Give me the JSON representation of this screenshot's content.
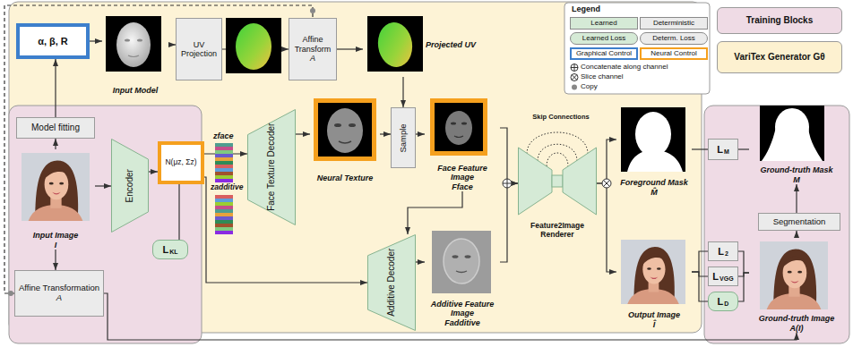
{
  "diagram": {
    "nodes": [
      {
        "text": [
          "Training Blocks"
        ]
      },
      {
        "text": [
          "VariTex Generator Gθ"
        ]
      },
      {
        "text": [
          "α, β, R"
        ]
      },
      {
        "text": [
          "Input Model"
        ]
      },
      {
        "text": [
          "UV Projection"
        ]
      },
      {
        "text": [
          "Affine Transform",
          "A"
        ]
      },
      {
        "text": [
          "Projected UV"
        ]
      },
      {
        "text": [
          "Model fitting"
        ]
      },
      {
        "text": [
          "Input Image",
          "I"
        ]
      },
      {
        "text": [
          "Encoder"
        ]
      },
      {
        "text": [
          "N(μz, Σz)"
        ]
      },
      {
        "text": [
          "L",
          "KL"
        ]
      },
      {
        "text": [
          "Affine Transformation",
          "A"
        ]
      },
      {
        "text": [
          "Face Texture Decoder"
        ]
      },
      {
        "text": [
          "Neural Texture"
        ]
      },
      {
        "text": [
          "Sample"
        ]
      },
      {
        "text": [
          "Face Feature Image",
          "Fface"
        ]
      },
      {
        "text": [
          "Additive Decoder"
        ]
      },
      {
        "text": [
          "Additive Feature Image",
          "Fadditive"
        ]
      },
      {
        "text": [
          "Feature2Image Renderer"
        ]
      },
      {
        "text": [
          "Foreground Mask",
          "M̂"
        ]
      },
      {
        "text": [
          "Output Image",
          "Î"
        ]
      },
      {
        "text": [
          "L",
          "M"
        ]
      },
      {
        "text": [
          "L",
          "2"
        ]
      },
      {
        "text": [
          "L",
          "VGG"
        ]
      },
      {
        "text": [
          "L",
          "D"
        ]
      },
      {
        "text": [
          "Ground-truth Mask",
          "M"
        ]
      },
      {
        "text": [
          "Segmentation"
        ]
      },
      {
        "text": [
          "Ground-truth Image",
          "A(I)"
        ]
      }
    ],
    "edges": [
      {
        "from": 8,
        "to": 7,
        "arrow": "to"
      },
      {
        "from": 7,
        "to": 2,
        "arrow": "to"
      },
      {
        "from": 2,
        "to": 3,
        "arrow": "to"
      },
      {
        "from": 3,
        "to": 4,
        "arrow": "to"
      },
      {
        "from": 4,
        "to": 5,
        "arrow": "to"
      },
      {
        "from": 5,
        "to": 6,
        "arrow": "to"
      },
      {
        "from": 8,
        "to": 9,
        "arrow": "to"
      },
      {
        "from": 9,
        "to": 10,
        "arrow": "to"
      },
      {
        "from": 10,
        "to": 11,
        "arrow": "none"
      },
      {
        "from": 8,
        "to": 12,
        "arrow": "to"
      },
      {
        "from": 12,
        "to": 5,
        "arrow": "none"
      },
      {
        "from": 12,
        "to": 28,
        "arrow": "to"
      },
      {
        "from": 10,
        "to": 13,
        "arrow": "to"
      },
      {
        "from": 10,
        "to": 17,
        "arrow": "to"
      },
      {
        "from": 13,
        "to": 14,
        "arrow": "to"
      },
      {
        "from": 14,
        "to": 15,
        "arrow": "to"
      },
      {
        "from": 6,
        "to": 15,
        "arrow": "to"
      },
      {
        "from": 15,
        "to": 16,
        "arrow": "to"
      },
      {
        "from": 16,
        "to": 19,
        "arrow": "to"
      },
      {
        "from": 18,
        "to": 19,
        "arrow": "to"
      },
      {
        "from": 16,
        "to": 17,
        "arrow": "to"
      },
      {
        "from": 17,
        "to": 18,
        "arrow": "to"
      },
      {
        "from": 19,
        "to": 20,
        "arrow": "to"
      },
      {
        "from": 19,
        "to": 21,
        "arrow": "to"
      },
      {
        "from": 20,
        "to": 22,
        "arrow": "none"
      },
      {
        "from": 22,
        "to": 26,
        "arrow": "none"
      },
      {
        "from": 21,
        "to": 23,
        "arrow": "none"
      },
      {
        "from": 21,
        "to": 24,
        "arrow": "none"
      },
      {
        "from": 21,
        "to": 25,
        "arrow": "none"
      },
      {
        "from": 28,
        "to": 23,
        "arrow": "none"
      },
      {
        "from": 28,
        "to": 24,
        "arrow": "none"
      },
      {
        "from": 28,
        "to": 25,
        "arrow": "none"
      },
      {
        "from": 28,
        "to": 27,
        "arrow": "to"
      },
      {
        "from": 27,
        "to": 26,
        "arrow": "to"
      }
    ],
    "labels": [
      "Legend",
      "zface",
      "zadditive",
      "Skip Connections"
    ],
    "legend": [
      {
        "text": "Learned",
        "color": "#d5ead6"
      },
      {
        "text": "Deterministic",
        "color": "#ebebeb"
      },
      {
        "text": "Learned Loss",
        "color": "#d5ead6"
      },
      {
        "text": "Determ. Loss",
        "color": "#ebebeb"
      },
      {
        "text": "Graphical Control"
      },
      {
        "text": "Neural Control"
      },
      {
        "text": "Concatenate along channel"
      },
      {
        "text": "Slice channel"
      },
      {
        "text": "Copy"
      }
    ]
  }
}
